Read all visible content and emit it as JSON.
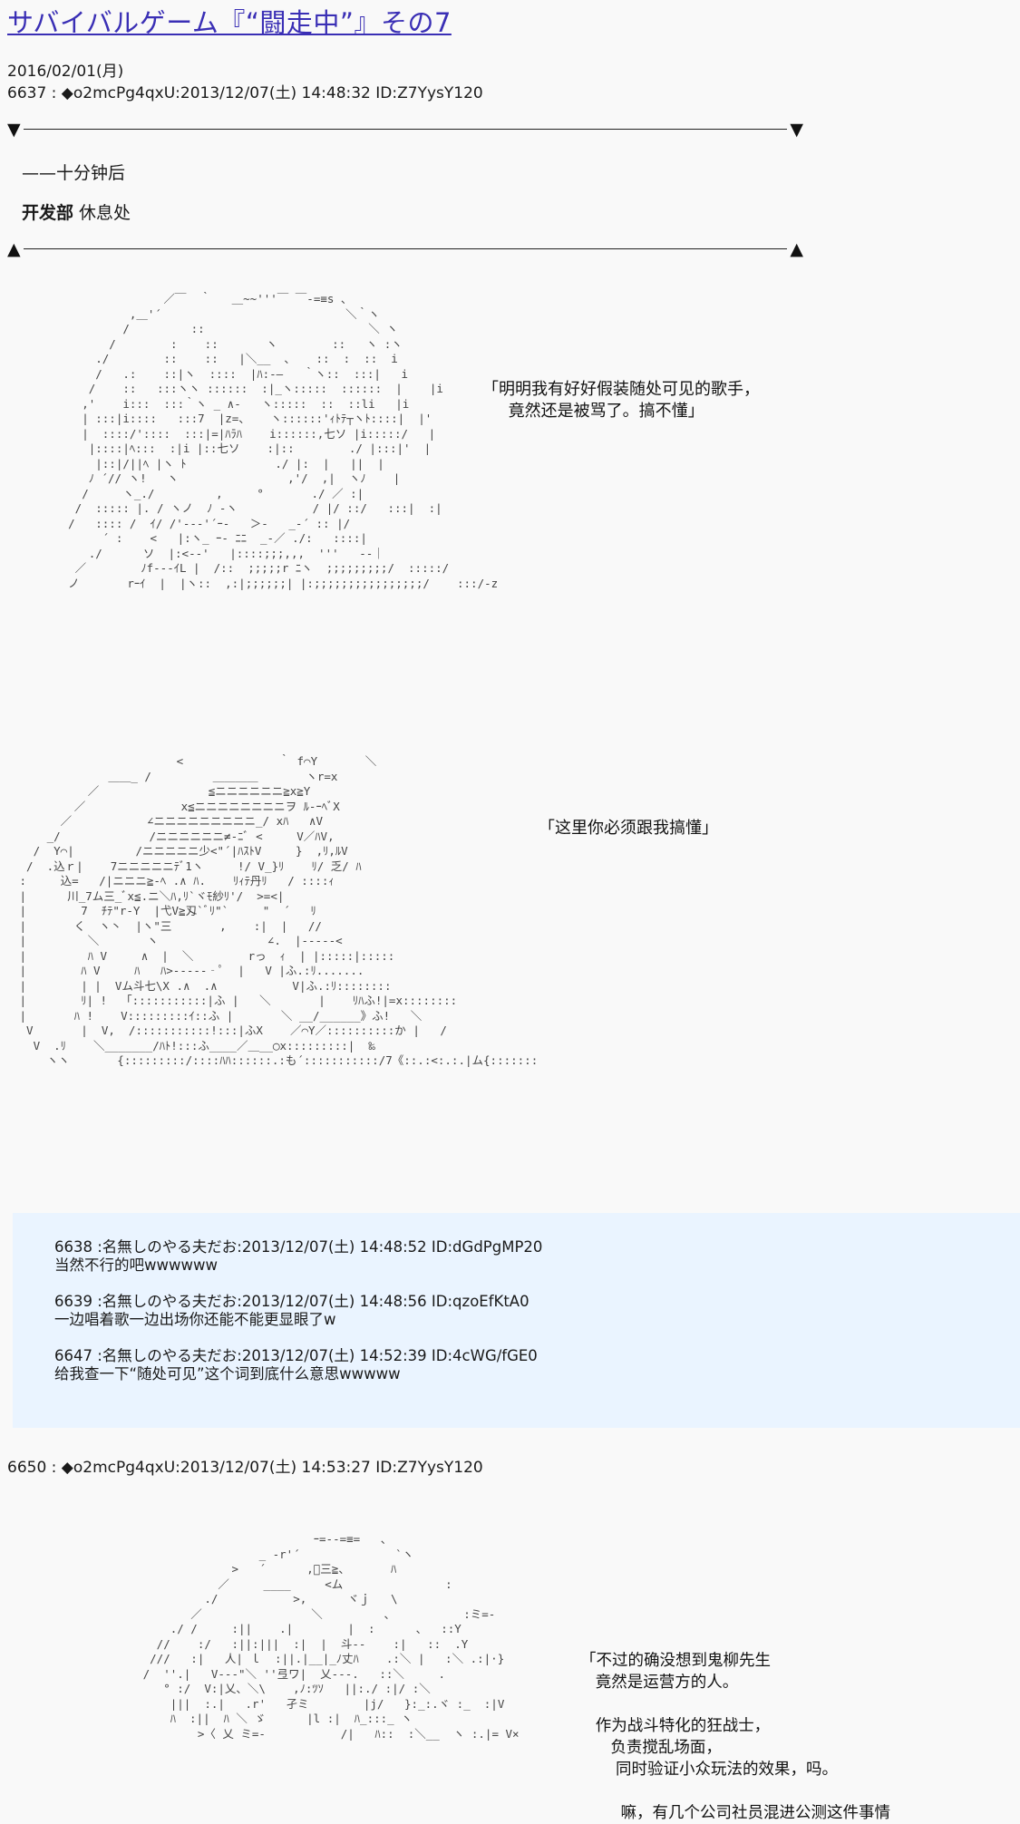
{
  "title": "サバイバルゲーム『“闘走中”』その7",
  "date": "2016/02/01(月)",
  "post1": {
    "header": "6637 : ◆o2mcPg4qxU:2013/12/07(土) 14:48:32 ID:Z7YysY120",
    "caption1": "——十分钟后",
    "caption2_bold": "开发部",
    "caption2_rest": " 休息处",
    "speech1": "「明明我有好好假装随处可见的歌手，\n     竟然还是被骂了。搞不懂」",
    "speech2": "「这里你必须跟我搞懂」"
  },
  "icons": {
    "down_triangle": "▼",
    "up_triangle": "▲"
  },
  "replies": [
    {
      "header": "6638 :名無しのやる夫だお:2013/12/07(土) 14:48:52 ID:dGdPgMP20",
      "body": "当然不行的吧wwwwww"
    },
    {
      "header": "6639 :名無しのやる夫だお:2013/12/07(土) 14:48:56 ID:qzoEfKtA0",
      "body": "一边唱着歌一边出场你还能不能更显眼了w"
    },
    {
      "header": "6647 :名無しのやる夫だお:2013/12/07(土) 14:52:39 ID:4cWG/fGE0",
      "body": "给我查一下“随处可见”这个词到底什么意思wwwww"
    }
  ],
  "post2": {
    "header": "6650 : ◆o2mcPg4qxU:2013/12/07(土) 14:53:27 ID:Z7YysY120",
    "speech": "「不过的确没想到鬼柳先生\n   竟然是运营方的人。\n\n   作为战斗特化的狂战士，\n      负责搅乱场面，\n       同时验证小众玩法的效果，吗。\n\n        嘛，有几个公司社员混进公测这件事情"
  },
  "ascii_art": {
    "art1": "                    ／￣  ｀   ＿~~'''￣ ￣‐=≡s 、\n               ,＿'´                           ＼｀ヽ\n              /         ::                        ＼ ヽ\n            /        :    ::       ヽ        ::   ヽ :ヽ\n          ./        ::    ::   |＼__  、   ::  :  ::  i\n          /   .:    ::|ヽ  ::::  |ﾊ:‐―   ｀ヽ::  :::|   i\n         /    ::   :::ヽヽ ::::::  :|_ヽ:::::  ::::::  |    |i\n        ,'    i:::  :::｀ヽ _ ∧-   ヽ:::::  ::  ::li   |i\n        | :::|i::::   :::7  |z=、   ヽ::::::'ｨﾄﾃ┬ヽﾄ::::|  |'\n        |  ::::/'::::  :::|=|ﾊﾗﾊ    i::::::,七ソ |i:::::/   |\n         |::::|ﾍ:::  :|i |::七ソ    :|::        ./ |:::|'  |\n          |::|/||ﾍ |ヽ ﾄ             ./ |:  |   ||  |\n         ﾉ ´// ヽ!   ヽ                ,'/  ,|  ヽﾉ    |\n        /     ヽ_./         ,     °       ./ ／ :|\n       /  ::::: |. / ヽノ  ﾉ ‐ヽ           / |/ ::/   :::|  :|\n      /   :::: /  ｲ/ /'‐‐‐'´ｰ‐   ＞-   _-´ :: |/\n           ´ :    <   |:ヽ_ ｰ- ﾆﾆ  _-／ ./:   ::::|\n         ./      ソ  |:<-‐'   |::::;;;,,,  '''   ‐‐｜\n       ／        ﾉf‐‐‐ｲL |  /::  ;;;;;r ﾆヽ  ;;;;;;;;;/  :::::/\n      ノ       rｰｲ  |  |ヽ::  ,:|;;;;;;| |:;;;;;;;;;;;;;;;;/    :::/‐z'   ヽ",
    "art2": "                        <              ｀ f⌒Y       ＼\n              ＿＿_ /         ＿＿＿＿       ヽr=x\n           ／                ≦ニニニニニニ≧x≧Y\n         ／              x≦ニニニニニニニニヲ ﾙ-ｰﾍﾞX\n       ／           ∠ニニニニニニニニニ_/ xﾊ   ∧V\n     _/             /ニニニニニニ≠-ﾆﾞ <     V／ﾊV,\n   /  Y⌒|         /ニニニニニ少<\"´|ﾊｽﾄV     }  ,ﾘ,ﾙV\n  /  .込ｒ|    7ニニニニニﾃﾞ1ヽ     !/ V_}ﾘ    ﾘ/ 乏/ ﾊ\n :     込=   /|ニニニ≧-ﾍ .∧ ﾊ.    ﾘｨﾃ丹ﾘ   / ::::ｨ\n |      川_7ム三_ﾞx≦.ニ＼ﾊ,ﾘ`ヾﾓ紗ﾘ'/  >=<|\n |        7  ﾁﾃ\"r‐Y  |弋V≧刄`ﾞﾘ\"`     \"  ´   ﾘ\n |       く  ヽ丶  |ヽ\"三       ,    :|  |   //\n |         ＼       ヽ                ∠.  |‐‐‐‐‐<\n |         ﾊ V     ∧  |  ＼        rっ  ｨ  | |:::::|:::::\n |        ﾊ V     ﾊ   ﾊ>‐‐‐‐‐‐ﾟ  |   V |ふ.:ﾘ.......\n |        | |  Vム斗七\\X .∧  .∧           V|ふ.:ﾘ::::::::\n |        ﾘ| !  「:::::::::::|ふ |   ＼       |    ﾘﾊふ!|=x::::::::\n |       ﾊ !    V:::::::::ｲ::ふ |       ＼ __/______》ふ!   ＼\n  V       |  V,  /:::::::::::!:::|ふX    ／⌒Y／::::::::::か |   /\n   V  .ﾘ    ＼_______/ﾊﾄ!:::ふ____／＿__◯x:::::::::|  ‰\n     ヽヽ       {:::::::::/::::ﾊﾊ::::::.:も´:::::::::::/7《::.:<:.:.|ム{:::::::",
    "art3": "                              ｰ=‐‐=≡=   、\n                      _ -r'´              `ヽ\n                  >   ´      ,ﾞ三≧、      ﾊ\n                ／     ____     <ム               :\n              ./           >,      ヾｊ   \\\n            ／                ＼         、          :ミ=-\n         ./ /     :||    .|        |  :      、  ::Y\n       //    :/   :||:|||  :|  |  斗-‐    :|   ::  .Y\n      ///   :|   人| ｌ  :||.|__|_ﾉ丈ﾊ    .:＼ |   :＼ .:|·}\n     /  ''.|   V‐‐‐\"＼ ''弖ワ|  乂‐‐‐.   ::＼     .\n        ° :/  V:|乂、＼\\    ,ﾉ:ﾂｿ   ||:./ :|/ :＼\n         |||  :.|   .r'   孑ミ        |j/   }:_:.ヾ :_  :|V\n         ﾊ  :||  ﾊ ＼ ゞ      |l :|  ﾊ_:::_ ヽ\n             >〈 乂 ミ=‐           /|   ﾊ::  :＼__  ヽ :.|= V×"
  }
}
